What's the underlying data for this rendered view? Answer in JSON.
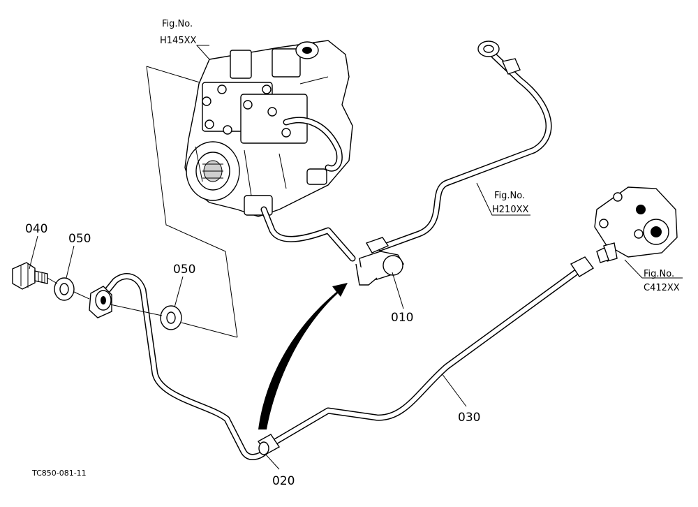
{
  "fig_refs": {
    "pump": "Fig.No.\nH145XX",
    "pump_line1": "Fig.No.",
    "pump_line2": "H145XX",
    "upper_pipe_line1": "Fig.No.",
    "upper_pipe_line2": "H210XX",
    "gauge_line1": "Fig.No.",
    "gauge_line2": "C412XX"
  },
  "parts": {
    "p010": "010",
    "p020": "020",
    "p030": "030",
    "p040": "040",
    "p050_left": "050",
    "p050_right": "050"
  },
  "drawing_code": "TC850-081-11",
  "colors": {
    "line": "#000000",
    "background": "#ffffff"
  }
}
